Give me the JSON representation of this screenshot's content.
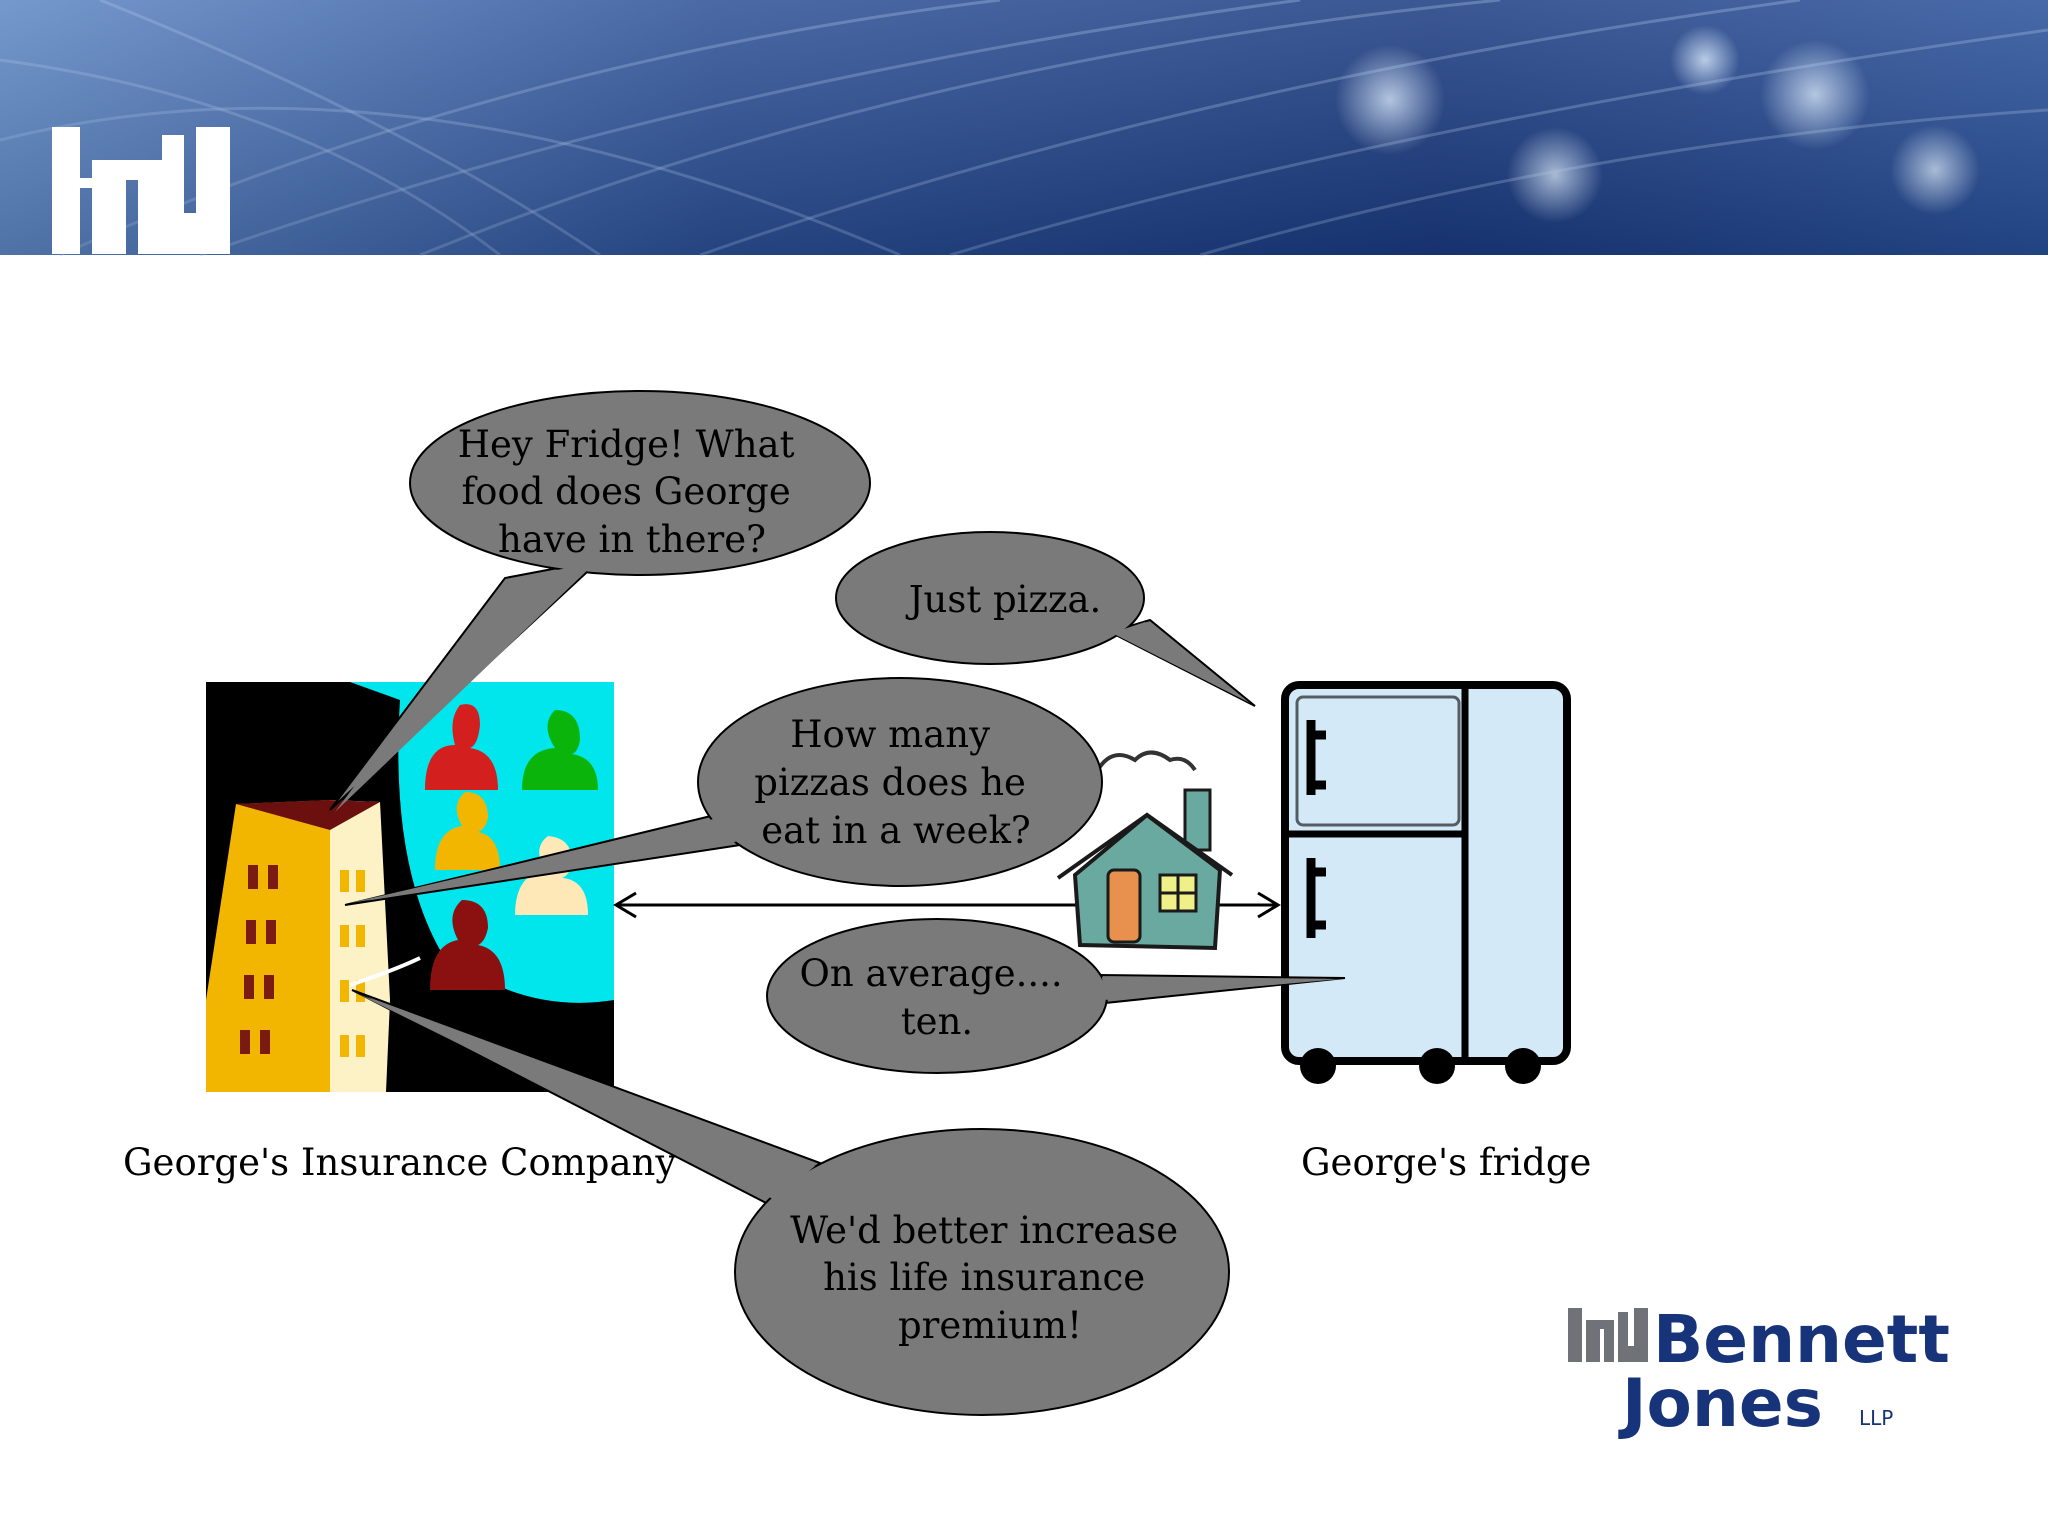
{
  "bubbles": {
    "insurer_question": [
      "Hey Fridge!  What",
      "food does George",
      "have in there?"
    ],
    "fridge_answer": [
      "Just pizza."
    ],
    "insurer_followup": [
      "How many",
      "pizzas does he",
      "eat in a week?"
    ],
    "fridge_average": [
      "On average....",
      "ten."
    ],
    "insurer_conclusion": [
      "We'd better increase",
      "his life insurance",
      "premium!"
    ]
  },
  "labels": {
    "insurance_company": "George's Insurance Company",
    "fridge": "George's fridge"
  },
  "logo": {
    "line1": "Bennett",
    "line2": "Jones",
    "suffix": "LLP"
  },
  "colors": {
    "bubble_fill": "#7a7a7a",
    "fridge_fill": "#d4e9f7",
    "brand": "#17347a",
    "banner": "#2f5aa0"
  }
}
